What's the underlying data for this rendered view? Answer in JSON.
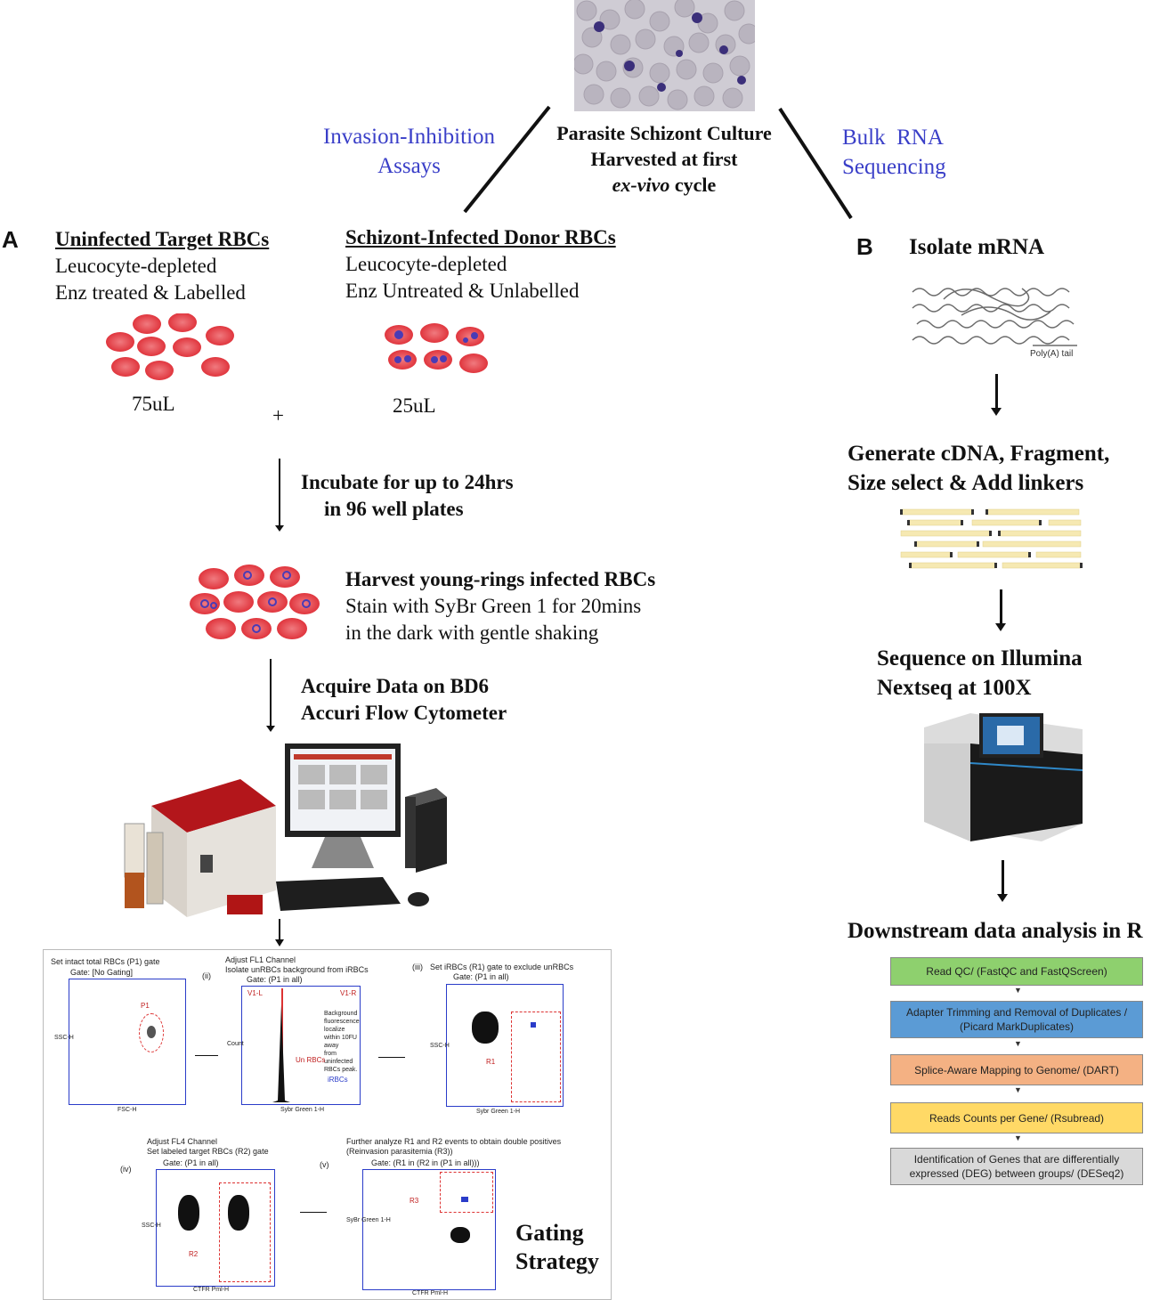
{
  "top": {
    "culture_line1": "Parasite Schizont Culture",
    "culture_line2": "Harvested at first",
    "culture_line3_italic": "ex-vivo",
    "culture_line3_rest": " cycle",
    "left_branch_line1": "Invasion-Inhibition",
    "left_branch_line2": "Assays",
    "right_branch_line1": "Bulk  RNA",
    "right_branch_line2": "Sequencing"
  },
  "panel_a": {
    "letter": "A",
    "target_title": "Uninfected Target RBCs",
    "target_line1": "Leucocyte-depleted",
    "target_line2": "Enz treated & Labelled",
    "target_volume": "75uL",
    "plus": "+",
    "donor_title": "Schizont-Infected Donor RBCs",
    "donor_line1": "Leucocyte-depleted",
    "donor_line2": "Enz Untreated & Unlabelled",
    "donor_volume": "25uL",
    "incubate_line1": "Incubate for up to 24hrs",
    "incubate_line2": "in 96 well plates",
    "harvest_title": "Harvest young-rings infected RBCs",
    "harvest_line1": "Stain with SyBr Green 1 for 20mins",
    "harvest_line2": "in the dark with gentle shaking",
    "acquire_line1": "Acquire Data on BD6",
    "acquire_line2": "Accuri Flow Cytometer",
    "gating_line1": "Gating",
    "gating_line2": "Strategy"
  },
  "gating": {
    "p1_title": "Set intact total RBCs (P1) gate",
    "p1_gate": "Gate: [No Gating]",
    "p1_label": "P1",
    "p1_x": "FSC-H",
    "p1_y": "SSC-H",
    "p2_num": "(ii)",
    "p2_title1": "Adjust FL1 Channel",
    "p2_title2": "Isolate unRBCs background from iRBCs",
    "p2_gate": "Gate: (P1 in all)",
    "p2_v1l": "V1-L",
    "p2_v1r": "V1-R",
    "p2_note1": "Background fluorescence",
    "p2_note2": "localize within 10FU away",
    "p2_note3": "from uninfected RBCs peak.",
    "p2_unrbcs": "Un RBCs",
    "p2_irbcs": "iRBCs",
    "p2_x": "Sybr Green 1-H",
    "p2_y": "Count",
    "p3_num": "(iii)",
    "p3_title": "Set iRBCs (R1) gate to exclude unRBCs",
    "p3_gate": "Gate: (P1 in all)",
    "p3_label": "R1",
    "p3_x": "Sybr Green 1-H",
    "p3_y": "SSC-H",
    "p4_num": "(iv)",
    "p4_title1": "Adjust FL4 Channel",
    "p4_title2": "Set labeled target RBCs (R2) gate",
    "p4_gate": "Gate: (P1 in all)",
    "p4_label": "R2",
    "p4_x": "CTFR Pml-H",
    "p4_y": "SSC-H",
    "p5_num": "(v)",
    "p5_title1": "Further analyze R1 and R2 events to obtain double positives",
    "p5_title2": "(Reinvasion parasitemia (R3))",
    "p5_gate": "Gate: (R1 in (R2 in (P1 in all)))",
    "p5_label": "R3",
    "p5_x": "CTFR Pml-H",
    "p5_y": "SyBr Green 1-H"
  },
  "panel_b": {
    "letter": "B",
    "step1": "Isolate mRNA",
    "polya": "Poly(A) tail",
    "step2_line1": "Generate cDNA, Fragment,",
    "step2_line2": "Size select & Add linkers",
    "step3_line1": "Sequence on Illumina",
    "step3_line2": "Nextseq at 100X",
    "step4": "Downstream data analysis in R",
    "pipeline": [
      {
        "line1": "Read QC/ (FastQC and FastQScreen)",
        "line2": "",
        "color": "#8ed06e"
      },
      {
        "line1": "Adapter Trimming and Removal of Duplicates /",
        "line2": "(Picard MarkDuplicates)",
        "color": "#5b9bd5"
      },
      {
        "line1": "Splice-Aware Mapping to Genome/ (DART)",
        "line2": "",
        "color": "#f4b183"
      },
      {
        "line1": "Reads Counts per Gene/ (Rsubread)",
        "line2": "",
        "color": "#ffd966"
      },
      {
        "line1": "Identification of Genes that are differentially",
        "line2": "expressed (DEG) between groups/ (DESeq2)",
        "color": "#d9d9d9"
      }
    ]
  }
}
